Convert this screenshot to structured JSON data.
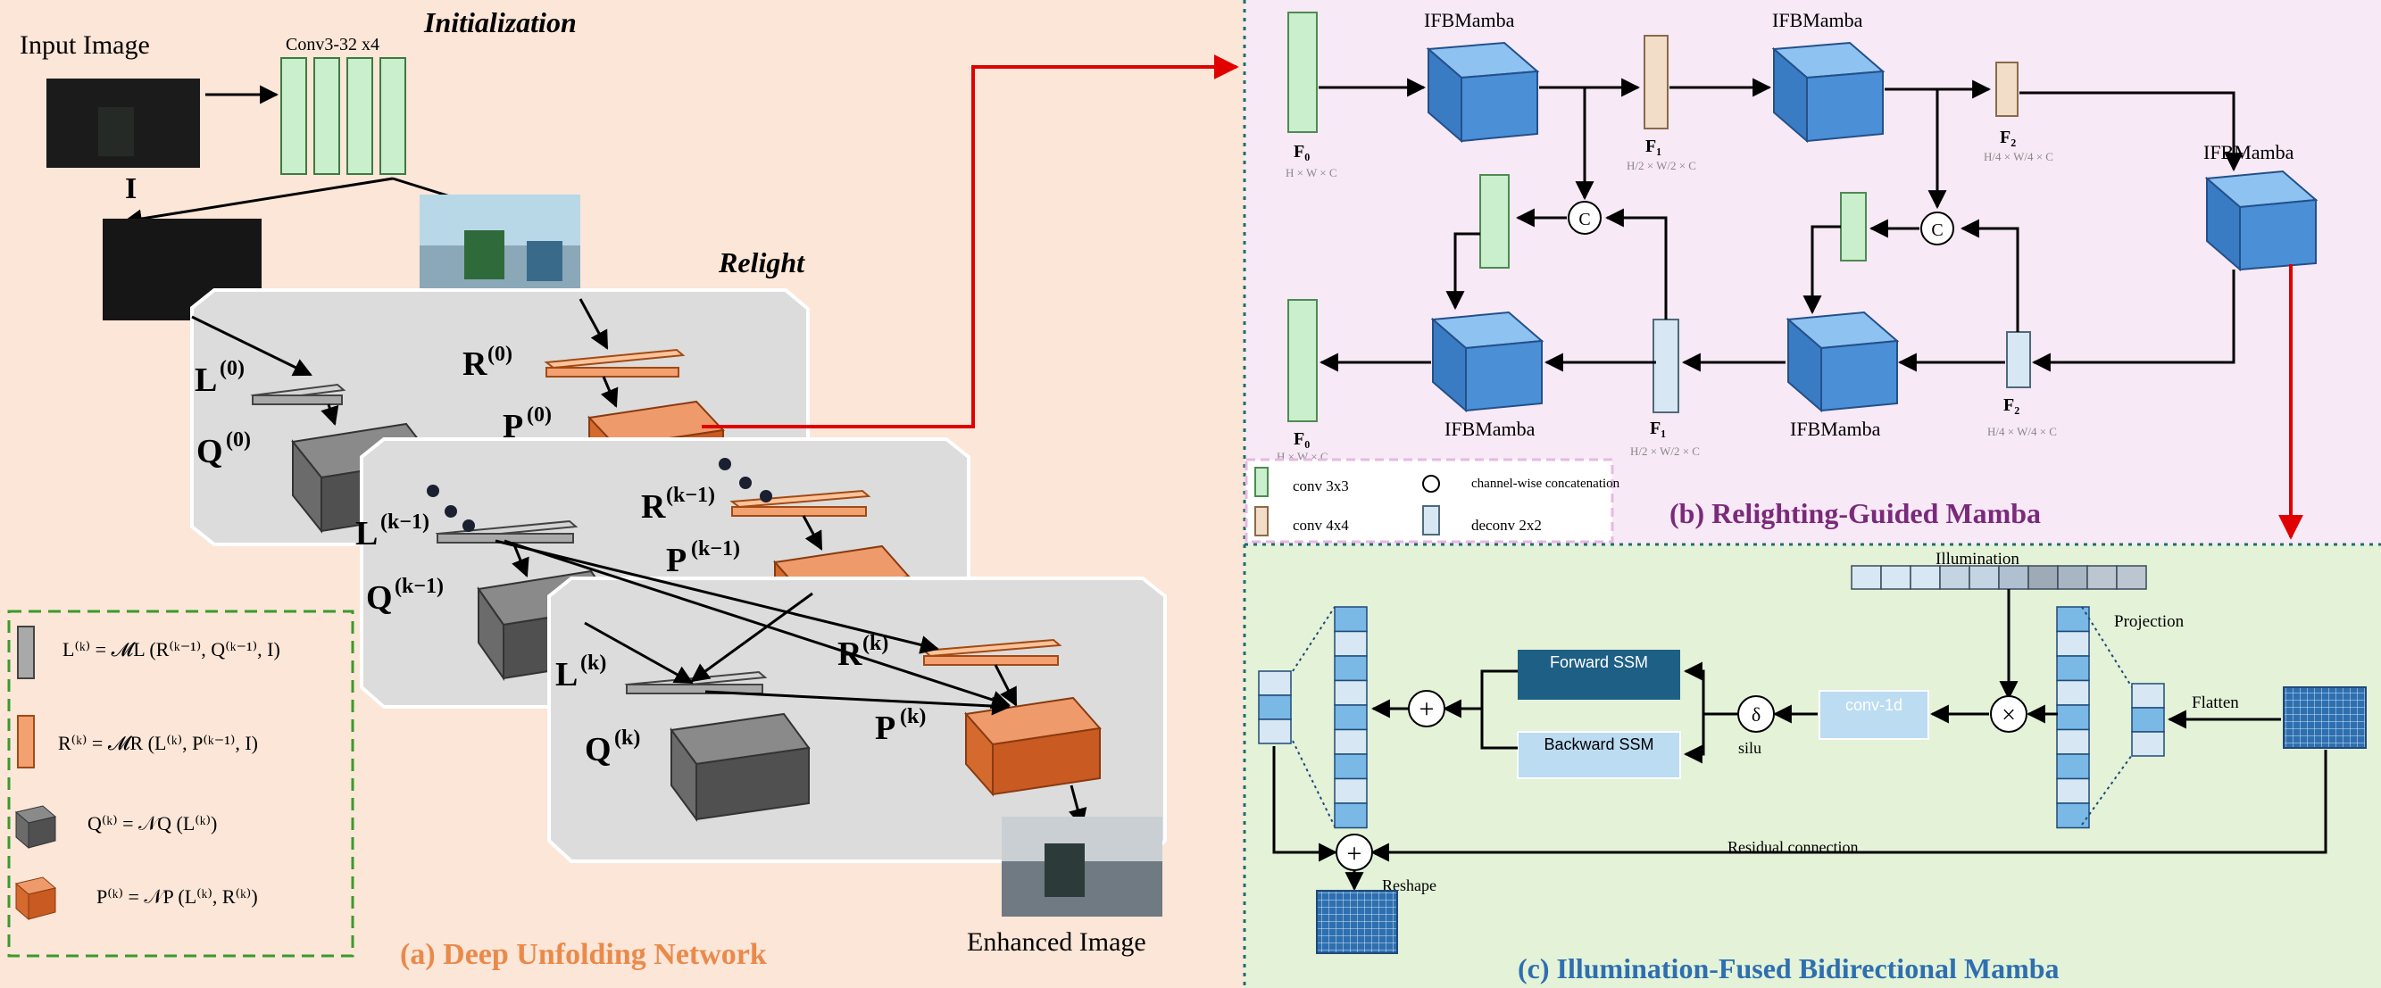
{
  "colors": {
    "panel_a_bg": "#fbe6d8",
    "panel_b_bg": "#f7e9f6",
    "panel_c_bg": "#e4f2d8",
    "stage_bg": "#dcdcdc",
    "feature_green": "#c9efcc",
    "feature_beige": "#f2ddc8",
    "feature_light_blue": "#d7e7f3",
    "cube_blue": "#4b8fd6",
    "block_orange": "#e07038",
    "block_gray": "#6b6b6b",
    "arrow_red": "#e00000",
    "title_a": "#e98a4b",
    "title_b": "#7a2a7a",
    "title_c": "#2e6fb0",
    "ssm_dark": "#1e5f86",
    "ssm_light": "#bcdcf2",
    "legend_dash_green": "#3a9a2a"
  },
  "panel_a": {
    "title": "(a) Deep Unfolding Network",
    "input_label": "Input Image",
    "input_symbol": "I",
    "conv_label": "Conv3-32 x4",
    "init_label": "Initialization",
    "relight_label": "Relight",
    "enhanced_label": "Enhanced Image",
    "stage0": {
      "L": "L",
      "L_sup": "(0)",
      "R": "R",
      "R_sup": "(0)",
      "Q": "Q",
      "Q_sup": "(0)",
      "P": "P",
      "P_sup": "(0)"
    },
    "stage1": {
      "L": "L",
      "L_sup": "(k−1)",
      "R": "R",
      "R_sup": "(k−1)",
      "Q": "Q",
      "Q_sup": "(k−1)",
      "P": "P",
      "P_sup": "(k−1)"
    },
    "stage2": {
      "L": "L",
      "L_sup": "(k)",
      "R": "R",
      "R_sup": "(k)",
      "Q": "Q",
      "Q_sup": "(k)",
      "P": "P",
      "P_sup": "(k)"
    },
    "legend": [
      {
        "icon": "gray-bar",
        "formula": "L⁽ᵏ⁾ = 𝓜L (R⁽ᵏ⁻¹⁾, Q⁽ᵏ⁻¹⁾, I)"
      },
      {
        "icon": "orange-bar",
        "formula": "R⁽ᵏ⁾ = 𝓜R (L⁽ᵏ⁾, P⁽ᵏ⁻¹⁾, I)"
      },
      {
        "icon": "gray-cube",
        "formula": "Q⁽ᵏ⁾ = 𝒩Q (L⁽ᵏ⁾)"
      },
      {
        "icon": "orange-cube",
        "formula": "P⁽ᵏ⁾ = 𝒩P (L⁽ᵏ⁾, R⁽ᵏ⁾)"
      }
    ]
  },
  "panel_b": {
    "title": "(b) Relighting-Guided Mamba",
    "block_label": "IFBMamba",
    "F0": "F₀",
    "F1": "F₁",
    "F2": "F₂",
    "dim0": "H × W × C",
    "dim1": "H/2 × W/2 × C",
    "dim2": "H/4 × W/4 × C",
    "concat_symbol": "C",
    "legend": {
      "conv3": "conv 3x3",
      "conv4": "conv 4x4",
      "concat": "channel-wise concatenation",
      "deconv": "deconv 2x2"
    }
  },
  "panel_c": {
    "title": "(c) Illumination-Fused Bidirectional Mamba",
    "illumination": "Illumination",
    "projection": "Projection",
    "flatten": "Flatten",
    "conv1d": "conv-1d",
    "silu": "silu",
    "delta": "δ",
    "forward_ssm": "Forward SSM",
    "backward_ssm": "Backward SSM",
    "residual": "Residual connection",
    "reshape": "Reshape",
    "times": "×",
    "plus": "+"
  }
}
